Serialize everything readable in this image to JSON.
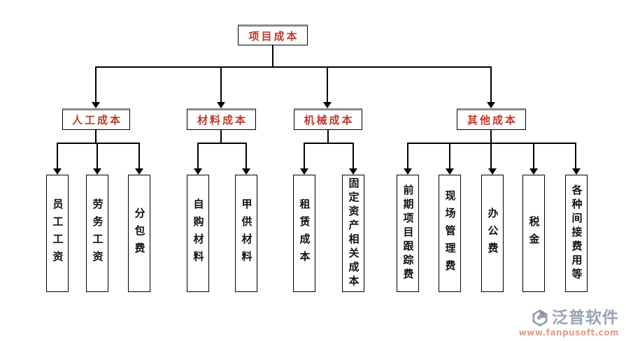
{
  "diagram": {
    "title_note": "project cost breakdown org-chart",
    "root": {
      "label": "项目成本"
    },
    "branches": [
      {
        "label": "人工成本",
        "children": [
          "员工工资",
          "劳务工资",
          "分包费"
        ]
      },
      {
        "label": "材料成本",
        "children": [
          "自购材料",
          "甲供材料"
        ]
      },
      {
        "label": "机械成本",
        "children": [
          "租赁成本",
          "固定资产相关成本"
        ]
      },
      {
        "label": "其他成本",
        "children": [
          "前期项目跟踪费",
          "现场管理费",
          "办公费",
          "税金",
          "各种间接费用等"
        ]
      }
    ],
    "colors": {
      "branch_label": "#c0392b",
      "leaf_label": "#111111",
      "box_border": "#000000",
      "box_top_edge": "#8a8a8a",
      "line": "#000000",
      "background": "#ffffff"
    }
  },
  "watermark": {
    "brand": "泛普软件",
    "url": "www.fanpusoft.com",
    "brand_color": "#98a2b3",
    "url_color": "#e59a84",
    "logo": "fanpu-hexagon-logo"
  }
}
